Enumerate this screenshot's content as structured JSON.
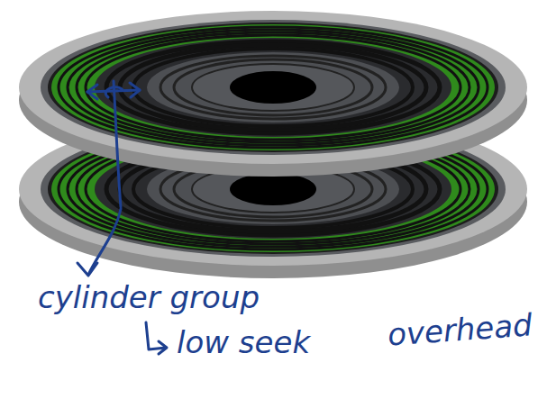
{
  "diagram": {
    "labels": [
      "cylinder group",
      "low seek",
      "overhead"
    ]
  }
}
